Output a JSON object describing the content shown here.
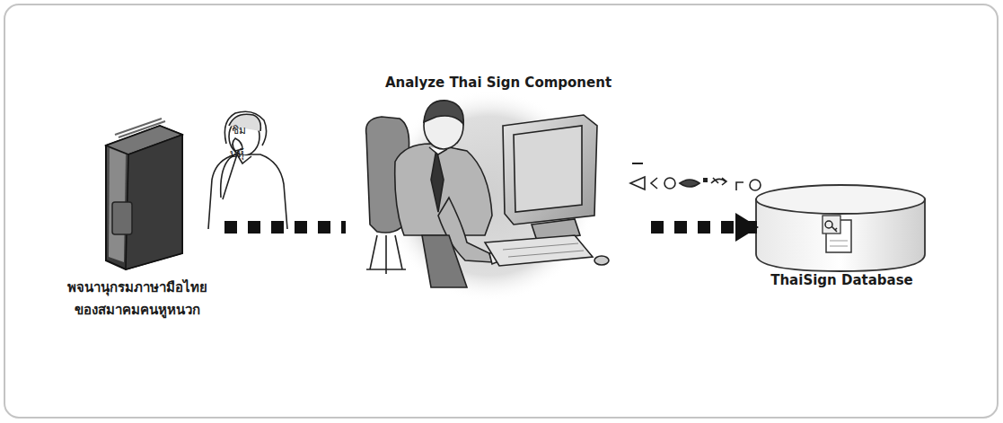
{
  "diagram": {
    "nodes": [
      {
        "text": [
          "พจนานุกรมภาษามือไทย ของสมาคมคนหูหนวก"
        ]
      },
      {
        "text": [
          "Analyze Thai Sign Component"
        ]
      },
      {
        "text": [
          "ThaiSign Database"
        ]
      }
    ],
    "edges": [
      {
        "from": 0,
        "to": 1,
        "arrow": "none"
      },
      {
        "from": 1,
        "to": 2,
        "arrow": "to"
      }
    ],
    "labels": [
      "ชิม",
      "บหุ้"
    ]
  }
}
